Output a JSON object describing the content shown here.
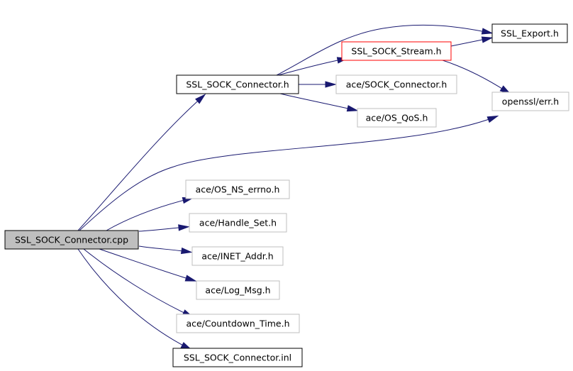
{
  "diagram": {
    "nodes": [
      {
        "id": "root",
        "label": "SSL_SOCK_Connector.cpp",
        "style": "root"
      },
      {
        "id": "conn_h",
        "label": "SSL_SOCK_Connector.h",
        "style": "doc"
      },
      {
        "id": "stream_h",
        "label": "SSL_SOCK_Stream.h",
        "style": "highlight"
      },
      {
        "id": "export_h",
        "label": "SSL_Export.h",
        "style": "doc"
      },
      {
        "id": "ace_sock_conn",
        "label": "ace/SOCK_Connector.h",
        "style": "external"
      },
      {
        "id": "ace_qos",
        "label": "ace/OS_QoS.h",
        "style": "external"
      },
      {
        "id": "openssl_err",
        "label": "openssl/err.h",
        "style": "external"
      },
      {
        "id": "ace_errno",
        "label": "ace/OS_NS_errno.h",
        "style": "external"
      },
      {
        "id": "ace_handle",
        "label": "ace/Handle_Set.h",
        "style": "external"
      },
      {
        "id": "ace_inet",
        "label": "ace/INET_Addr.h",
        "style": "external"
      },
      {
        "id": "ace_log",
        "label": "ace/Log_Msg.h",
        "style": "external"
      },
      {
        "id": "ace_countdown",
        "label": "ace/Countdown_Time.h",
        "style": "external"
      },
      {
        "id": "conn_inl",
        "label": "SSL_SOCK_Connector.inl",
        "style": "doc"
      }
    ],
    "edges": [
      {
        "from": "root",
        "to": "conn_h"
      },
      {
        "from": "root",
        "to": "openssl_err"
      },
      {
        "from": "root",
        "to": "ace_errno"
      },
      {
        "from": "root",
        "to": "ace_handle"
      },
      {
        "from": "root",
        "to": "ace_inet"
      },
      {
        "from": "root",
        "to": "ace_log"
      },
      {
        "from": "root",
        "to": "ace_countdown"
      },
      {
        "from": "root",
        "to": "conn_inl"
      },
      {
        "from": "conn_h",
        "to": "export_h"
      },
      {
        "from": "conn_h",
        "to": "stream_h"
      },
      {
        "from": "conn_h",
        "to": "ace_sock_conn"
      },
      {
        "from": "conn_h",
        "to": "ace_qos"
      },
      {
        "from": "stream_h",
        "to": "export_h"
      },
      {
        "from": "stream_h",
        "to": "openssl_err"
      }
    ],
    "styles": {
      "root": {
        "fill": "#bfbfbf",
        "stroke": "#000000"
      },
      "doc": {
        "fill": "#ffffff",
        "stroke": "#000000"
      },
      "highlight": {
        "fill": "#ffffff",
        "stroke": "#ff0000"
      },
      "external": {
        "fill": "#ffffff",
        "stroke": "#bfbfbf"
      },
      "edge_color": "#191970"
    }
  }
}
